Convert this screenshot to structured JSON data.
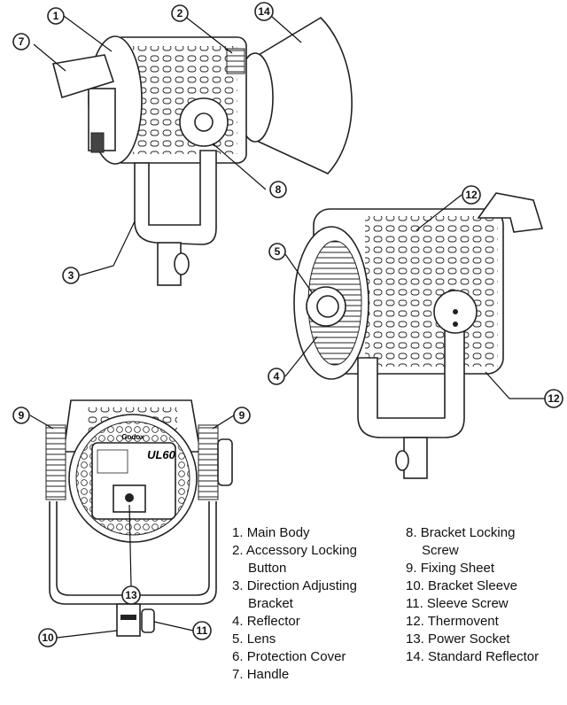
{
  "callouts": {
    "c1": "1",
    "c2": "2",
    "c3": "3",
    "c4": "4",
    "c5": "5",
    "c7": "7",
    "c8": "8",
    "c9a": "9",
    "c9b": "9",
    "c10": "10",
    "c11": "11",
    "c12a": "12",
    "c12b": "12",
    "c13": "13",
    "c14": "14"
  },
  "brand_label": "Godox",
  "model_label": "UL60",
  "legend_left": [
    {
      "num": "1.",
      "text": "Main Body"
    },
    {
      "num": "2.",
      "text": "Accessory Locking",
      "cont": "Button"
    },
    {
      "num": "3.",
      "text": "Direction Adjusting",
      "cont": "Bracket"
    },
    {
      "num": "4.",
      "text": "Reflector"
    },
    {
      "num": "5.",
      "text": "Lens"
    },
    {
      "num": "6.",
      "text": "Protection Cover"
    },
    {
      "num": "7.",
      "text": "Handle"
    }
  ],
  "legend_right": [
    {
      "num": "8.",
      "text": "Bracket Locking",
      "cont": "Screw"
    },
    {
      "num": "9.",
      "text": "Fixing Sheet"
    },
    {
      "num": "10.",
      "text": "Bracket Sleeve"
    },
    {
      "num": "11.",
      "text": "Sleeve Screw"
    },
    {
      "num": "12.",
      "text": "Thermovent"
    },
    {
      "num": "13.",
      "text": "Power Socket"
    },
    {
      "num": "14.",
      "text": "Standard Reflector"
    }
  ]
}
